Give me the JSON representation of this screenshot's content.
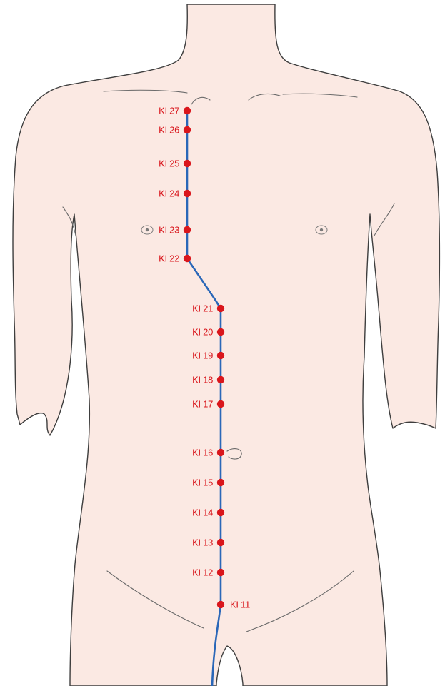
{
  "colors": {
    "skin": "#fbe9e3",
    "outline": "#3e3e3e",
    "meridian": "#2a67b8",
    "point": "#d9161c"
  },
  "points": [
    {
      "label": "KI 27",
      "side": "left"
    },
    {
      "label": "KI 26",
      "side": "left"
    },
    {
      "label": "KI 25",
      "side": "left"
    },
    {
      "label": "KI 24",
      "side": "left"
    },
    {
      "label": "KI 23",
      "side": "left"
    },
    {
      "label": "KI 22",
      "side": "left"
    },
    {
      "label": "KI 21",
      "side": "left"
    },
    {
      "label": "KI 20",
      "side": "left"
    },
    {
      "label": "KI 19",
      "side": "left"
    },
    {
      "label": "KI 18",
      "side": "left"
    },
    {
      "label": "KI 17",
      "side": "left"
    },
    {
      "label": "KI 16",
      "side": "left"
    },
    {
      "label": "KI 15",
      "side": "left"
    },
    {
      "label": "KI 14",
      "side": "left"
    },
    {
      "label": "KI 13",
      "side": "left"
    },
    {
      "label": "KI 12",
      "side": "left"
    },
    {
      "label": "KI 11",
      "side": "right"
    }
  ]
}
